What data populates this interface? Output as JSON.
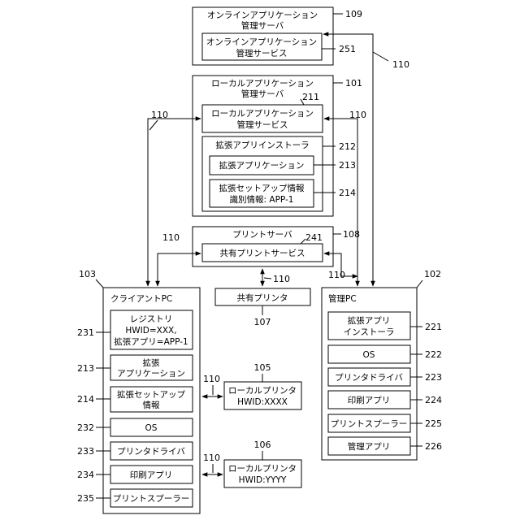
{
  "online_server": {
    "title_line1": "オンラインアプリケーション",
    "title_line2": "管理サーバ",
    "ref": "109",
    "service_line1": "オンラインアプリケーション",
    "service_line2": "管理サービス",
    "service_ref": "251"
  },
  "local_server": {
    "title_line1": "ローカルアプリケーション",
    "title_line2": "管理サーバ",
    "ref": "101",
    "service_line1": "ローカルアプリケーション",
    "service_line2": "管理サービス",
    "service_ref": "211",
    "installer_label": "拡張アプリインストーラ",
    "installer_ref": "212",
    "ext_app_label": "拡張アプリケーション",
    "ext_app_ref": "213",
    "setup_line1": "拡張セットアップ情報",
    "setup_line2": "識別情報: APP-1",
    "setup_ref": "214"
  },
  "print_server": {
    "title": "プリントサーバ",
    "ref": "108",
    "service_label": "共有プリントサービス",
    "service_ref": "241"
  },
  "shared_printer": {
    "label": "共有プリンタ",
    "ref": "107"
  },
  "client_pc": {
    "title": "クライアントPC",
    "ref": "103",
    "registry_line1": "レジストリ",
    "registry_line2": "HWID=XXX,",
    "registry_line3": "拡張アプリ=APP-1",
    "registry_ref": "231",
    "ext_app_line1": "拡張",
    "ext_app_line2": "アプリケーション",
    "ext_app_ref": "213",
    "setup_line1": "拡張セットアップ",
    "setup_line2": "情報",
    "setup_ref": "214",
    "os_label": "OS",
    "os_ref": "232",
    "driver_label": "プリンタドライバ",
    "driver_ref": "233",
    "print_app_label": "印刷アプリ",
    "print_app_ref": "234",
    "spooler_label": "プリントスプーラー",
    "spooler_ref": "235"
  },
  "admin_pc": {
    "title": "管理PC",
    "ref": "102",
    "installer_line1": "拡張アプリ",
    "installer_line2": "インストーラ",
    "installer_ref": "221",
    "os_label": "OS",
    "os_ref": "222",
    "driver_label": "プリンタドライバ",
    "driver_ref": "223",
    "print_app_label": "印刷アプリ",
    "print_app_ref": "224",
    "spooler_label": "プリントスプーラー",
    "spooler_ref": "225",
    "manage_app_label": "管理アプリ",
    "manage_app_ref": "226"
  },
  "local_printer_1": {
    "line1": "ローカルプリンタ",
    "line2": "HWID:XXXX",
    "ref": "105"
  },
  "local_printer_2": {
    "line1": "ローカルプリンタ",
    "line2": "HWID:YYYY",
    "ref": "106"
  },
  "network_ref": "110"
}
